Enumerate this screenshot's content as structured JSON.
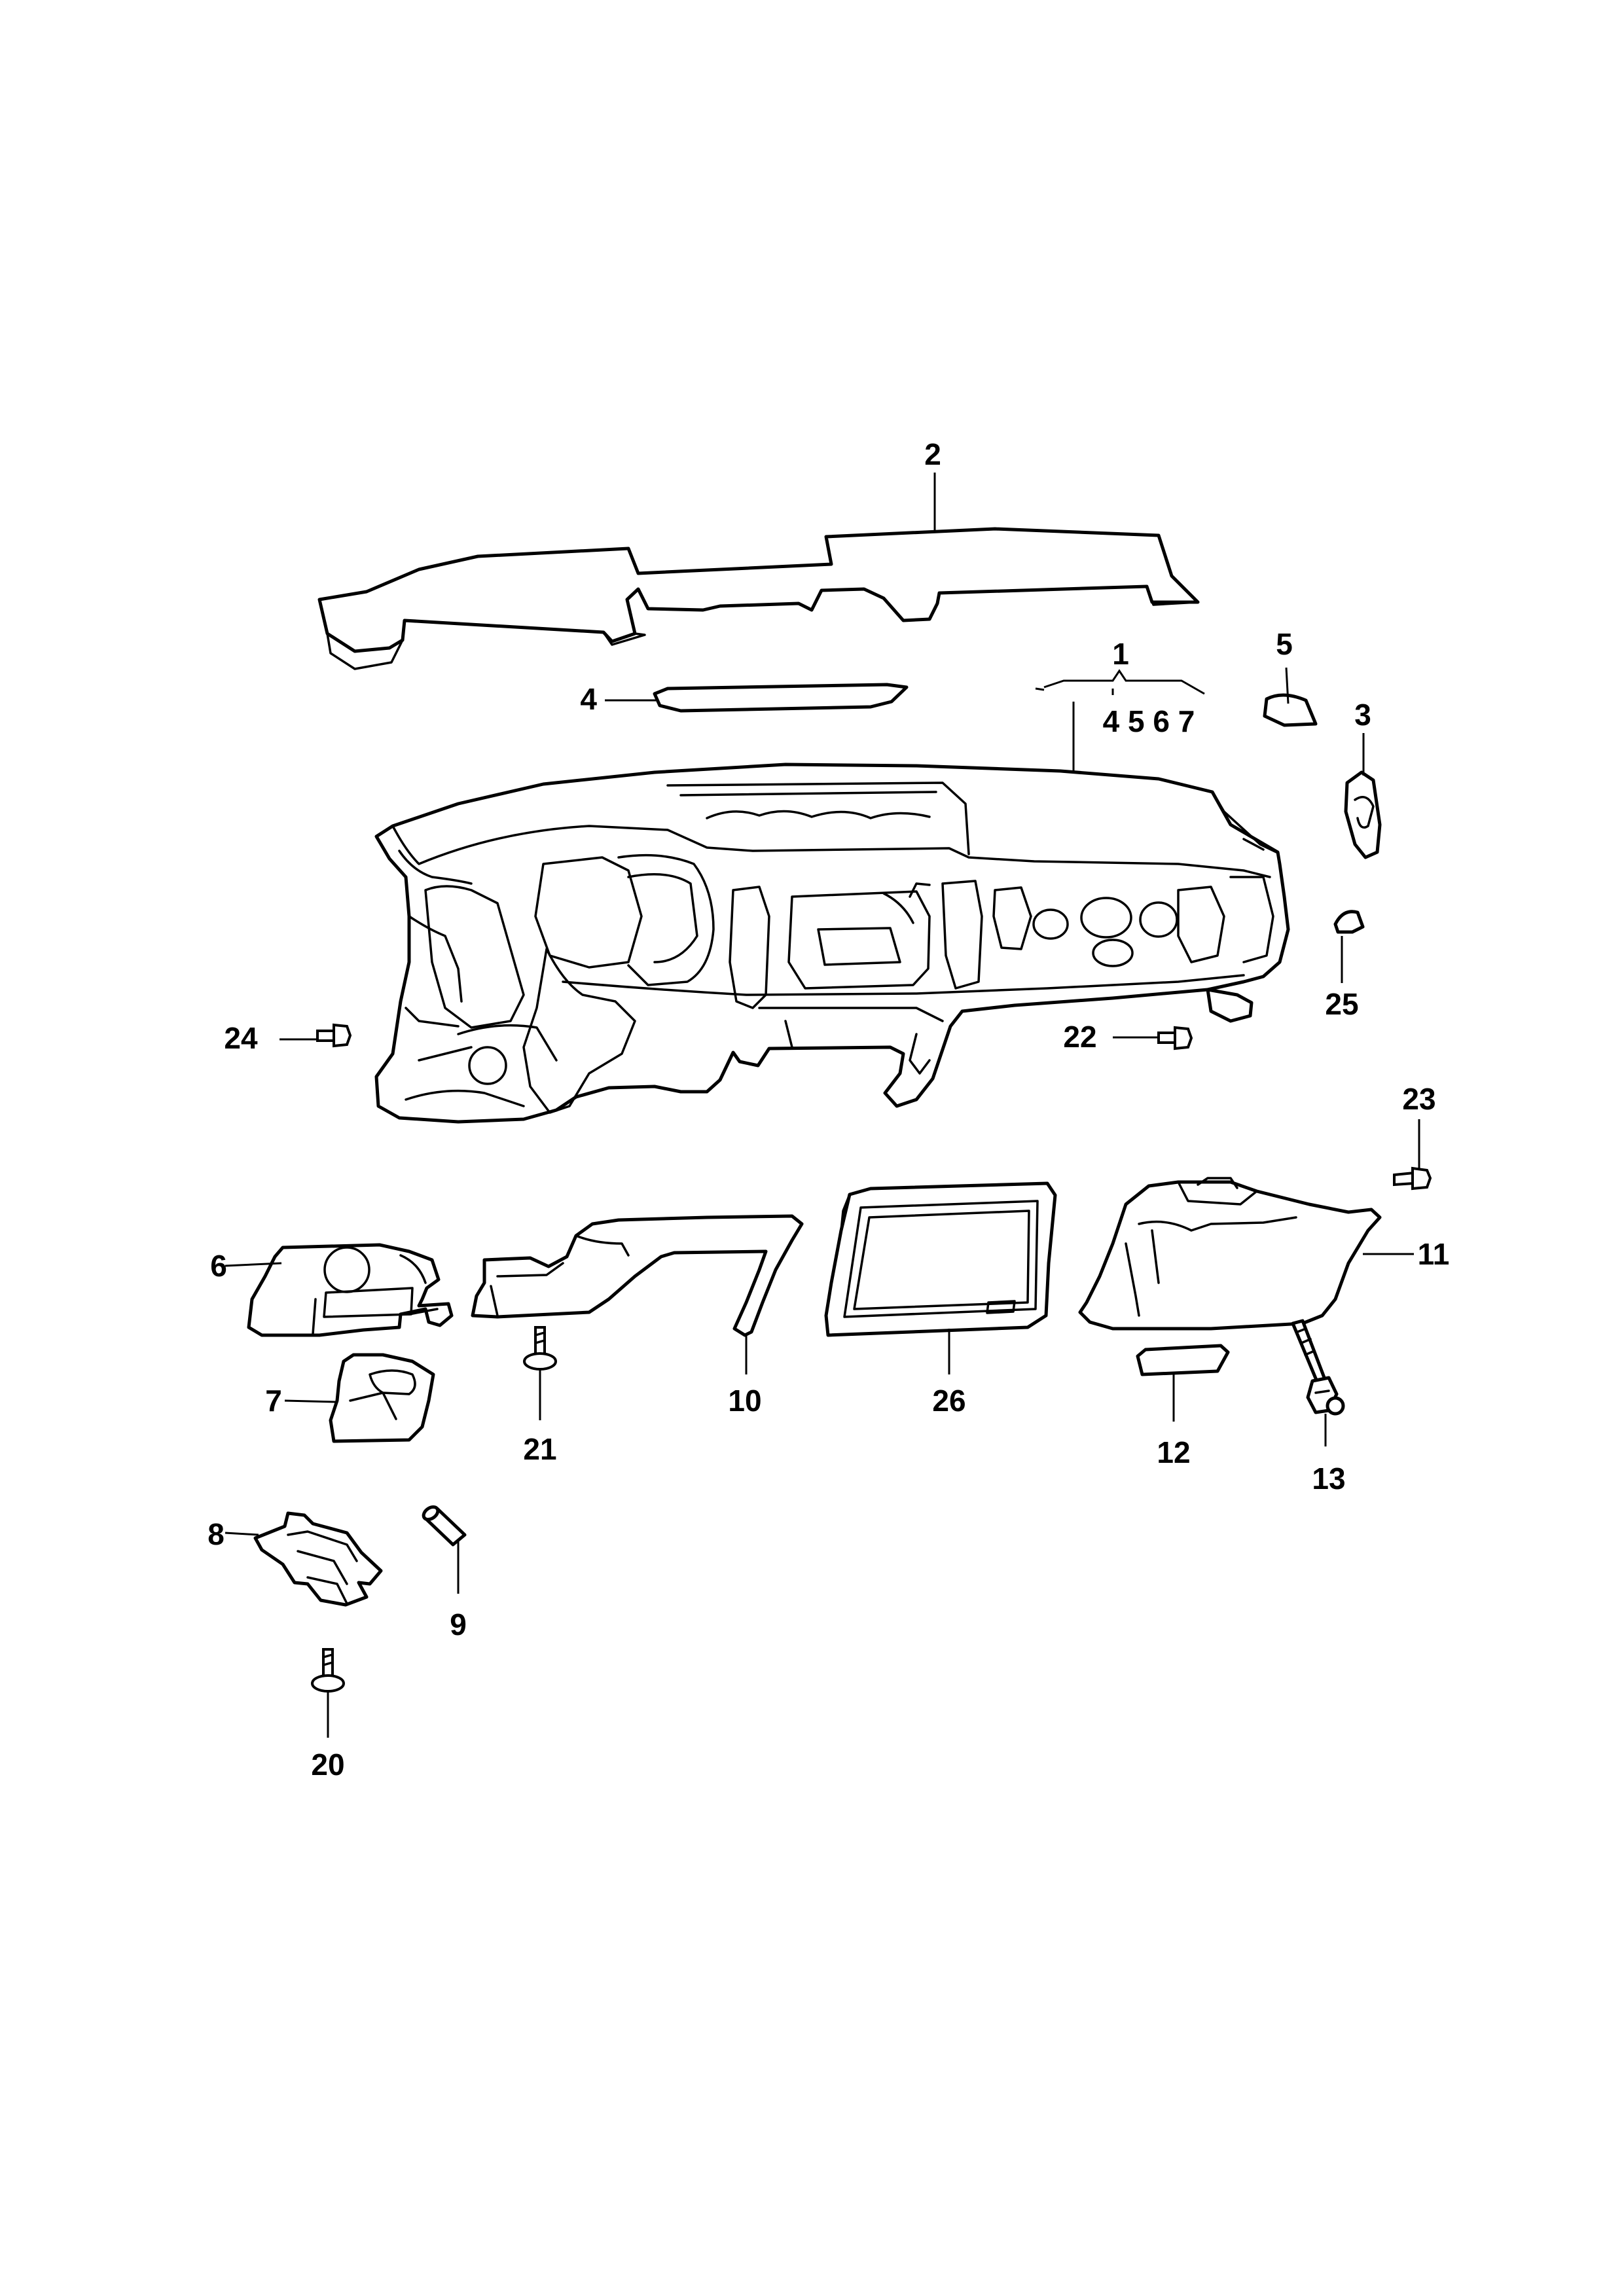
{
  "callouts": {
    "c1": "1",
    "c2": "2",
    "c3": "3",
    "c4": "4",
    "c5": "5",
    "c6": "6",
    "c7": "7",
    "c8": "8",
    "c9": "9",
    "c10": "10",
    "c11": "11",
    "c12": "12",
    "c13": "13",
    "c20": "20",
    "c21": "21",
    "c22": "22",
    "c23": "23",
    "c24": "24",
    "c25": "25",
    "c26": "26",
    "group_1": "4 5 6 7"
  }
}
